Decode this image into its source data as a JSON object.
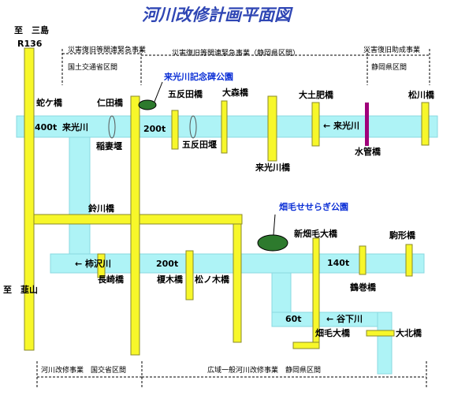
{
  "title": "河川改修計画平面図",
  "colors": {
    "river": "#aef3f6",
    "river_edge": "#8ad8e0",
    "road": "#f7f72a",
    "road_edge": "#8a8a2a",
    "pipe_bridge": "#a0007a",
    "park": "#2d7a2d",
    "text_blue": "#0b2fd6",
    "title": "#2f46b4"
  },
  "places": {
    "mishima": "至　三島",
    "route": "R136",
    "nirayama": "至　韮山"
  },
  "sections": {
    "disaster_recovery_kuni": "災害復旧等関連緊急事業",
    "kuni_section": "国土交通省区間",
    "disaster_recovery_pref": "災害復旧等関連緊急事業（静岡県区間）",
    "disaster_aid": "災害復旧助成事業",
    "pref_section": "静岡県区間",
    "river_improvement": "河川改修事業　国交省区間",
    "wide_area": "広域一般河川改修事業　静岡県区間"
  },
  "flows": {
    "kiku_400": "400t",
    "kiku_200": "200t",
    "kaki_200": "200t",
    "kaki_140": "140t",
    "yato_60": "60t"
  },
  "rivers": {
    "kiku": "来光川",
    "kiku_arrow": "← 来光川",
    "kaki": "← 柿沢川",
    "yato": "← 谷下川"
  },
  "bridges": {
    "hebigahashi": "蛇ケ橋",
    "nitabashi": "仁田橋",
    "gotanda": "五反田橋",
    "omori": "大森橋",
    "odoi": "大土肥橋",
    "matsukawa": "松川橋",
    "kiku_bridge": "来光川橋",
    "suidou": "水管橋",
    "suzukawa": "鈴川橋",
    "nagasaki": "長崎橋",
    "enoki": "榎木橋",
    "matsunoki": "松ノ木橋",
    "shinhatage": "新畑毛大橋",
    "komagata": "駒形橋",
    "tsurumaki": "鶴巻橋",
    "hatage": "畑毛大橋",
    "ookita": "大北橋"
  },
  "weirs": {
    "inazuma": "稲妻堰",
    "gotanda_weir": "五反田堰"
  },
  "parks": {
    "kiku_park": "来光川記念碑公園",
    "hatage_park": "畑毛せせらぎ公園"
  }
}
